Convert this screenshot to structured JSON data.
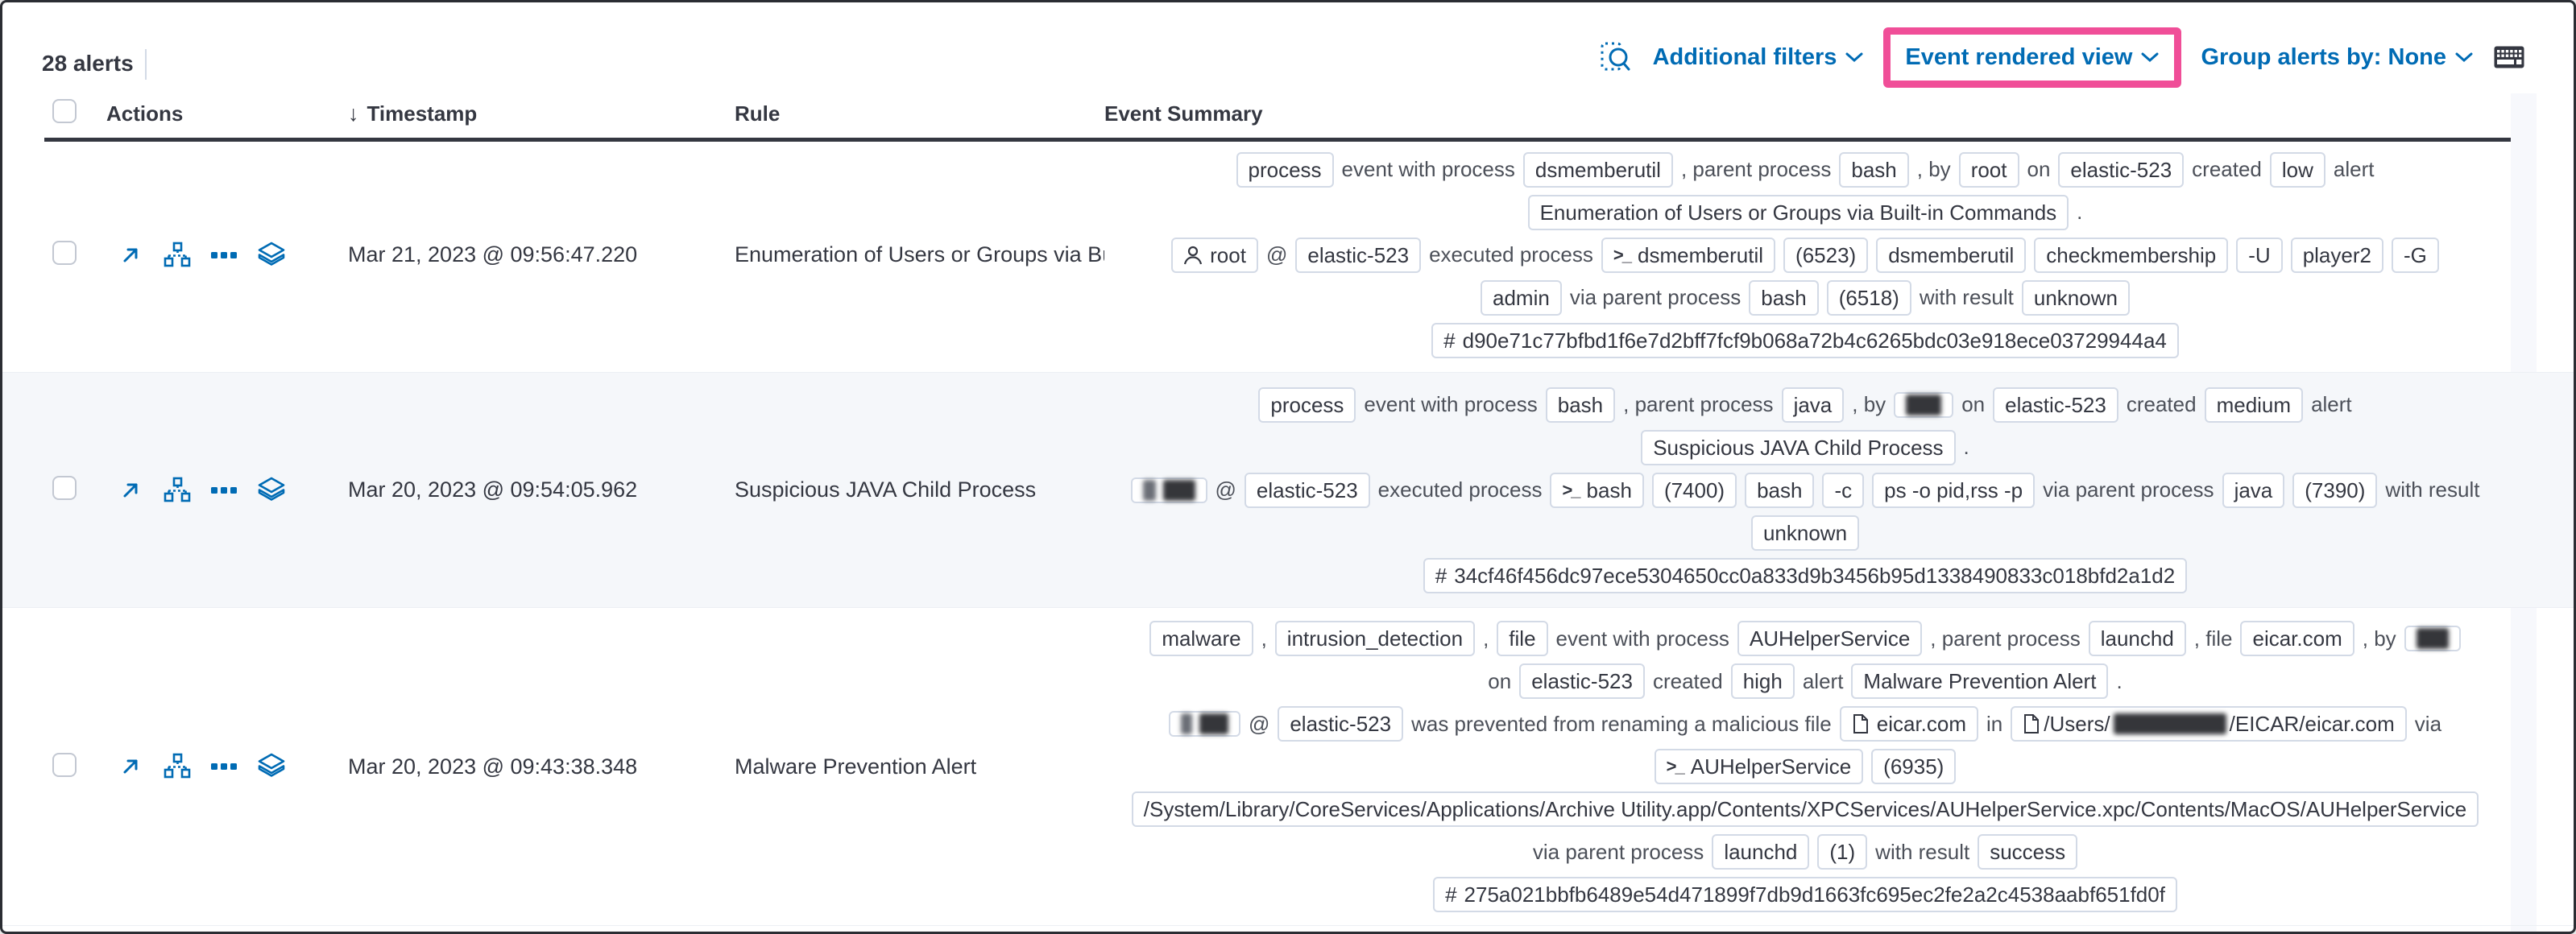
{
  "colors": {
    "accent_pink": "#f04e98",
    "link_blue": "#006bb4",
    "text": "#343741",
    "badge_border": "#d3dae6",
    "stripe_row": "#f5f7fa"
  },
  "toolbar": {
    "alerts_count": "28 alerts",
    "additional_filters_label": "Additional filters",
    "view_selector_label": "Event rendered view",
    "group_alerts_label": "Group alerts by: None",
    "icons": [
      "inspect-icon",
      "keyboard-shortcuts-icon",
      "chevron-down-icon"
    ]
  },
  "table": {
    "headers": {
      "actions": "Actions",
      "timestamp": "Timestamp",
      "rule": "Rule",
      "event_summary": "Event Summary"
    },
    "sort_arrow": "↓",
    "row_actions": [
      {
        "name": "expand-alert",
        "icon": "expand"
      },
      {
        "name": "analyze-event",
        "icon": "analyzer"
      },
      {
        "name": "more-actions",
        "icon": "boxes-horizontal"
      },
      {
        "name": "investigate-in-timeline",
        "icon": "timeline"
      }
    ],
    "rows": [
      {
        "timestamp": "Mar 21, 2023 @ 09:56:47.220",
        "rule": "Enumeration of Users or Groups via Bui",
        "lines": [
          [
            {
              "badge": "process"
            },
            {
              "text": "event with process"
            },
            {
              "badge": "dsmemberutil"
            },
            {
              "text": ", parent process"
            },
            {
              "badge": "bash"
            },
            {
              "text": ", by"
            },
            {
              "badge": "root"
            },
            {
              "text": "on"
            },
            {
              "badge": "elastic-523"
            },
            {
              "text": "created"
            },
            {
              "badge": "low"
            },
            {
              "text": "alert"
            }
          ],
          [
            {
              "badge": "Enumeration of Users or Groups via Built-in Commands"
            },
            {
              "text": "."
            }
          ],
          [
            {
              "badge": "root",
              "icon": "user"
            },
            {
              "text": "@"
            },
            {
              "badge": "elastic-523"
            },
            {
              "text": "executed process"
            },
            {
              "badge": "dsmemberutil",
              "icon": "terminal"
            },
            {
              "badge": "(6523)"
            },
            {
              "badge": "dsmemberutil"
            },
            {
              "badge": "checkmembership"
            },
            {
              "badge": "-U"
            },
            {
              "badge": "player2"
            },
            {
              "badge": "-G"
            }
          ],
          [
            {
              "badge": "admin"
            },
            {
              "text": "via parent process"
            },
            {
              "badge": "bash"
            },
            {
              "badge": "(6518)"
            },
            {
              "text": "with result"
            },
            {
              "badge": "unknown"
            }
          ],
          [
            {
              "badge": "d90e71c77bfbd1f6e7d2bff7fcf9b068a72b4c6265bdc03e918ece03729944a4",
              "icon": "hash"
            }
          ]
        ]
      },
      {
        "timestamp": "Mar 20, 2023 @ 09:54:05.962",
        "rule": "Suspicious JAVA Child Process",
        "striped": true,
        "lines": [
          [
            {
              "badge": "process"
            },
            {
              "text": "event with process"
            },
            {
              "badge": "bash"
            },
            {
              "text": ", parent process"
            },
            {
              "badge": "java"
            },
            {
              "text": ", by"
            },
            {
              "redacted": [
                44
              ]
            },
            {
              "text": "on"
            },
            {
              "badge": "elastic-523"
            },
            {
              "text": "created"
            },
            {
              "badge": "medium"
            },
            {
              "text": "alert"
            }
          ],
          [
            {
              "badge": "Suspicious JAVA Child Process"
            },
            {
              "text": "."
            }
          ],
          [
            {
              "redacted": [
                16,
                40
              ]
            },
            {
              "text": "@"
            },
            {
              "badge": "elastic-523"
            },
            {
              "text": "executed process"
            },
            {
              "badge": "bash",
              "icon": "terminal"
            },
            {
              "badge": "(7400)"
            },
            {
              "badge": "bash"
            },
            {
              "badge": "-c"
            },
            {
              "badge": "ps -o pid,rss -p"
            },
            {
              "text": "via parent process"
            },
            {
              "badge": "java"
            },
            {
              "badge": "(7390)"
            },
            {
              "text": "with result"
            }
          ],
          [
            {
              "badge": "unknown"
            }
          ],
          [
            {
              "badge": "34cf46f456dc97ece5304650cc0a833d9b3456b95d1338490833c018bfd2a1d2",
              "icon": "hash"
            }
          ]
        ]
      },
      {
        "timestamp": "Mar 20, 2023 @ 09:43:38.348",
        "rule": "Malware Prevention Alert",
        "tall": true,
        "lines": [
          [
            {
              "badge": "malware"
            },
            {
              "text": ","
            },
            {
              "badge": "intrusion_detection"
            },
            {
              "text": ","
            },
            {
              "badge": "file"
            },
            {
              "text": "event with process"
            },
            {
              "badge": "AUHelperService"
            },
            {
              "text": ", parent process"
            },
            {
              "badge": "launchd"
            },
            {
              "text": ", file"
            },
            {
              "badge": "eicar.com"
            },
            {
              "text": ", by"
            },
            {
              "redacted": [
                40
              ]
            }
          ],
          [
            {
              "text": "on"
            },
            {
              "badge": "elastic-523"
            },
            {
              "text": "created"
            },
            {
              "badge": "high"
            },
            {
              "text": "alert"
            },
            {
              "badge": "Malware Prevention Alert"
            },
            {
              "text": "."
            }
          ],
          [
            {
              "redacted": [
                14,
                36
              ]
            },
            {
              "text": "@"
            },
            {
              "badge": "elastic-523"
            },
            {
              "text": "was prevented from renaming a malicious file"
            },
            {
              "badge": "eicar.com",
              "icon": "file"
            },
            {
              "text": "in"
            },
            {
              "icon": "file",
              "parts": [
                {
                  "t": "/Users/"
                },
                {
                  "r": 140
                },
                {
                  "t": "/EICAR/eicar.com"
                }
              ]
            },
            {
              "text": "via"
            }
          ],
          [
            {
              "badge": "AUHelperService",
              "icon": "terminal"
            },
            {
              "badge": "(6935)"
            }
          ],
          [
            {
              "badge": "/System/Library/CoreServices/Applications/Archive Utility.app/Contents/XPCServices/AUHelperService.xpc/Contents/MacOS/AUHelperService"
            }
          ],
          [
            {
              "text": "via parent process"
            },
            {
              "badge": "launchd"
            },
            {
              "badge": "(1)"
            },
            {
              "text": "with result"
            },
            {
              "badge": "success"
            }
          ],
          [
            {
              "badge": "275a021bbfb6489e54d471899f7db9d1663fc695ec2fe2a2c4538aabf651fd0f",
              "icon": "hash"
            }
          ]
        ]
      }
    ]
  }
}
